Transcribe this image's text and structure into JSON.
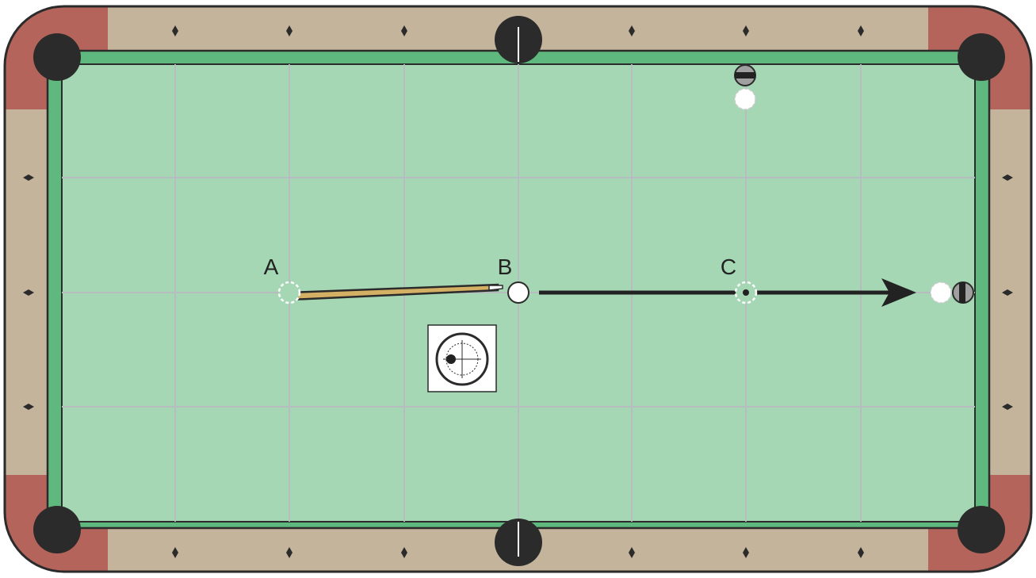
{
  "diagram": {
    "labels": {
      "a": "A",
      "b": "B",
      "c": "C"
    },
    "colors": {
      "rail_wood": "#c4b49b",
      "corner_caps": "#b5645c",
      "cushion": "#5fb97e",
      "cloth": "#a5d7b4",
      "grid_lines": "#b7bcc0",
      "pockets": "#2b2b2b",
      "cue_stick": "#d3b064",
      "path_arrow": "#222222"
    },
    "icons": {
      "diamonds": "diamond-icon",
      "cue_tip_diagram": "cue-tip-target-icon"
    }
  }
}
